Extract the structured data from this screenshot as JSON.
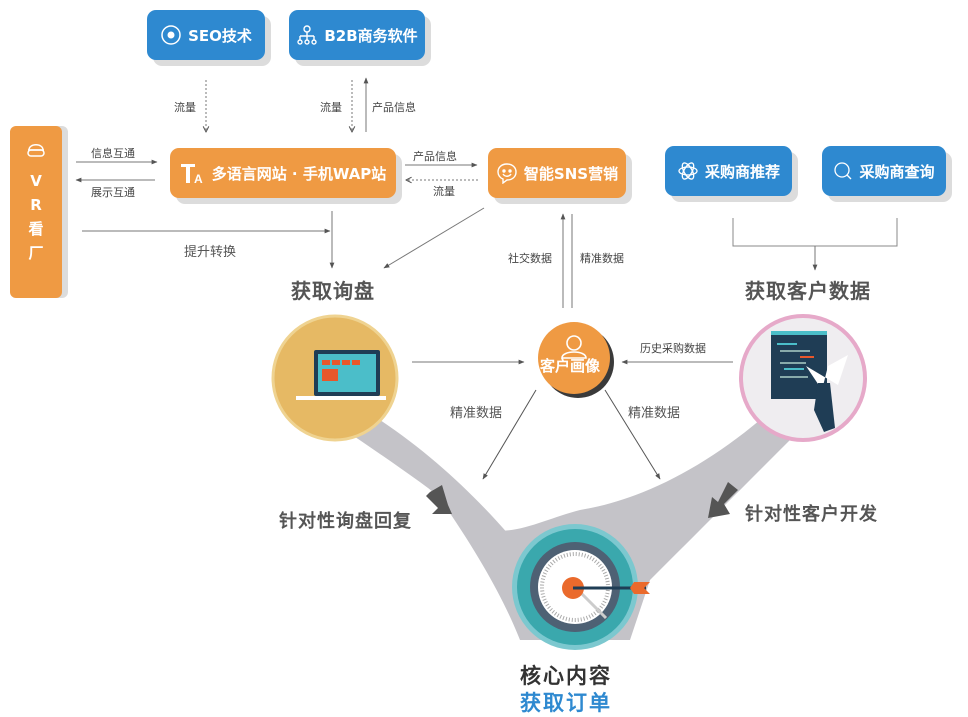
{
  "colors": {
    "blue": "#2e89d0",
    "orange": "#ef9a43",
    "gold": "#e6b964",
    "pink": "#e6a9c9",
    "teal": "#3aa8ad",
    "slate": "#4e6174",
    "funnel": "#c4c3c8",
    "red_orange": "#ea6a2c"
  },
  "top_boxes": {
    "seo": {
      "label": "SEO技术",
      "icon": "target-circle-icon"
    },
    "b2b": {
      "label": "B2B商务软件",
      "icon": "network-tree-icon"
    }
  },
  "vr": {
    "icon": "vr-headset-icon",
    "chars": [
      "V",
      "R",
      "看",
      "厂"
    ]
  },
  "website": {
    "label": "多语言网站 · 手机WAP站",
    "icon": "ta-logo-icon"
  },
  "sns": {
    "label": "智能SNS营销",
    "icon": "chat-smile-icon"
  },
  "buyer_recommend": {
    "label": "采购商推荐",
    "icon": "atom-icon"
  },
  "buyer_search": {
    "label": "采购商查询",
    "icon": "search-icon"
  },
  "flow_labels": {
    "seo_traffic": "流量",
    "b2b_traffic": "流量",
    "b2b_product_info": "产品信息",
    "info_exchange": "信息互通",
    "display_exchange": "展示互通",
    "site_product_info": "产品信息",
    "sns_traffic": "流量",
    "boost_conversion": "提升转换",
    "social_data": "社交数据",
    "precise_data_top": "精准数据",
    "history_purchase": "历史采购数据",
    "precise_data_left": "精准数据",
    "precise_data_right": "精准数据"
  },
  "headings": {
    "get_inquiry": "获取询盘",
    "get_customer_data": "获取客户数据",
    "customer_profile": "客户画像",
    "targeted_reply": "针对性询盘回复",
    "targeted_dev": "针对性客户开发",
    "core_content": "核心内容",
    "get_orders": "获取订单"
  }
}
